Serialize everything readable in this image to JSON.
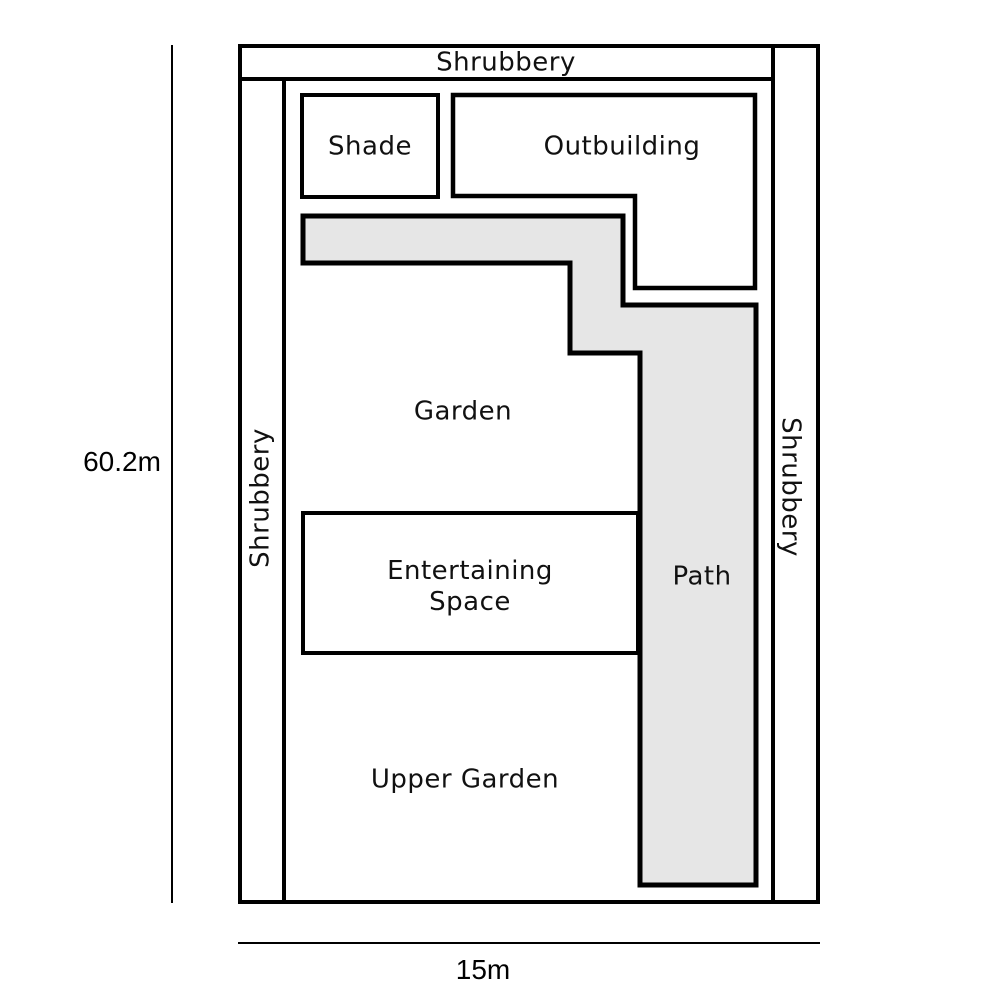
{
  "diagram": {
    "type": "garden-landscape-plan",
    "dimensions": {
      "height": "60.2m",
      "width": "15m"
    },
    "regions": {
      "shrubbery_top": "Shrubbery",
      "shrubbery_left": "Shrubbery",
      "shrubbery_right": "Shrubbery",
      "shade": "Shade",
      "outbuilding": "Outbuilding",
      "garden": "Garden",
      "entertaining_space": "Entertaining\nSpace",
      "upper_garden": "Upper Garden",
      "path": "Path"
    },
    "colors": {
      "background": "#ffffff",
      "outline": "#000000",
      "path_fill": "#e6e6e6",
      "region_fill": "#ffffff"
    }
  }
}
